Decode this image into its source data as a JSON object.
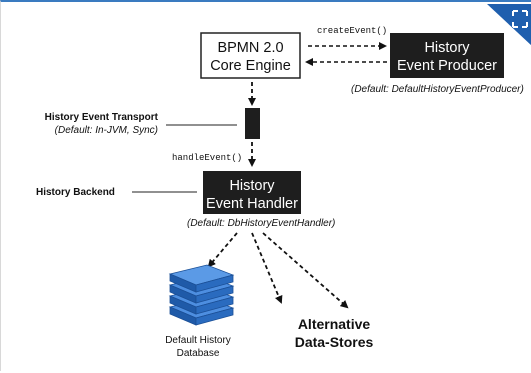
{
  "engine": {
    "line1": "BPMN 2.0",
    "line2": "Core Engine"
  },
  "producer": {
    "line1": "History",
    "line2": "Event Producer",
    "default": "(Default: DefaultHistoryEventProducer)"
  },
  "transport": {
    "title": "History Event Transport",
    "default": "(Default: In-JVM, Sync)"
  },
  "backend": {
    "title": "History Backend"
  },
  "handler": {
    "line1": "History",
    "line2": "Event Handler",
    "default": "(Default: DbHistoryEventHandler)"
  },
  "calls": {
    "create_event": "createEvent()",
    "handle_event": "handleEvent()"
  },
  "database": {
    "line1": "Default History",
    "line2": "Database"
  },
  "alternative": {
    "line1": "Alternative",
    "line2": "Data-Stores"
  },
  "colors": {
    "dark_box": "#1e1e1e",
    "db_blue": "#2a6bbf",
    "corner_blue": "#1f5fae"
  },
  "icons": {
    "expand": "expand-icon"
  }
}
